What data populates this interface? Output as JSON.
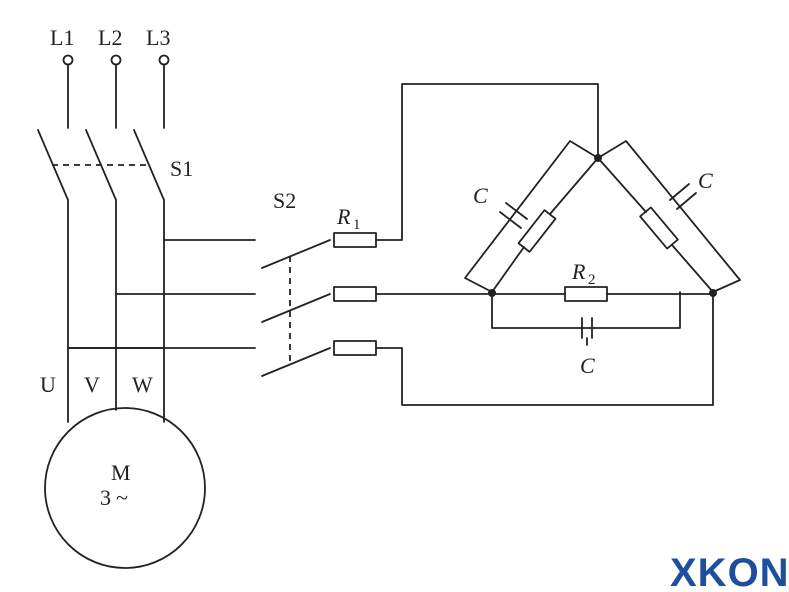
{
  "supply": {
    "phases": [
      "L1",
      "L2",
      "L3"
    ]
  },
  "switches": {
    "main": "S1",
    "secondary": "S2"
  },
  "components": {
    "r1_letter": "R",
    "r1_sub": "1",
    "r2_letter": "R",
    "r2_sub": "2",
    "capacitor": "C"
  },
  "motor": {
    "terminals": [
      "U",
      "V",
      "W"
    ],
    "symbol": "M",
    "phase_count": "3",
    "ac_symbol": "~"
  },
  "logo": {
    "text": "XKON",
    "color": "#1d4f9c"
  }
}
